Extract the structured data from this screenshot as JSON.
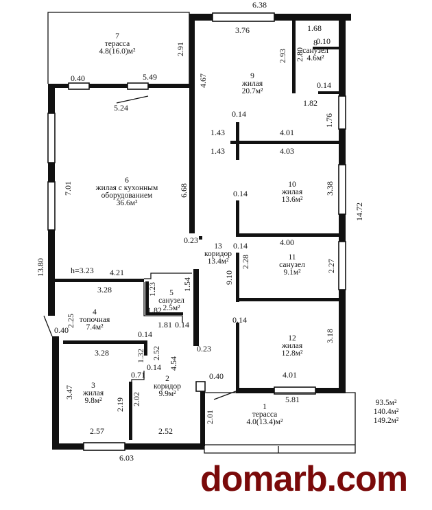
{
  "colors": {
    "lines": "#111111",
    "watermark": "#7a0a0a"
  },
  "dimensions": [
    "6.38",
    "3.76",
    "1.68",
    "0.10",
    "2.93",
    "2.80",
    "2.91",
    "5.49",
    "0.40",
    "5.24",
    "4.67",
    "0.14",
    "1.82",
    "1.76",
    "0.14",
    "1.43",
    "4.01",
    "1.43",
    "4.03",
    "7.01",
    "6.68",
    "3.38",
    "14.72",
    "0.14",
    "0.23",
    "0.14",
    "4.00",
    "2.28",
    "2.27",
    "9.10",
    "13.80",
    "h=3.23",
    "4.21",
    "3.28",
    "1.23",
    "1.54",
    "1.82",
    "1.81",
    "0.14",
    "2.25",
    "0.40",
    "0.14",
    "3.28",
    "1.32",
    "2.52",
    "0.14",
    "0.71",
    "4.54",
    "0.40",
    "3.47",
    "2.19",
    "2.02",
    "2.01",
    "0.14",
    "3.18",
    "4.01",
    "5.81",
    "2.57",
    "2.52",
    "6.03",
    "0.23"
  ],
  "rooms": [
    {
      "num": "7",
      "name": "терасса",
      "area": "4.8(16.0)м²"
    },
    {
      "num": "9",
      "name": "жилая",
      "area": "20.7м²"
    },
    {
      "num": "8",
      "name": "санузел",
      "area": "4.6м²"
    },
    {
      "num": "6",
      "name": "жилая с кухонным",
      "name2": "оборудованием",
      "area": "36.6м²"
    },
    {
      "num": "10",
      "name": "жилая",
      "area": "13.6м²"
    },
    {
      "num": "13",
      "name": "коридор",
      "area": "13.4м²"
    },
    {
      "num": "11",
      "name": "санузел",
      "area": "9.1м²"
    },
    {
      "num": "5",
      "name": "санузел",
      "area": "2.5м²"
    },
    {
      "num": "4",
      "name": "топочная",
      "area": "7.4м²"
    },
    {
      "num": "12",
      "name": "жилая",
      "area": "12.8м²"
    },
    {
      "num": "3",
      "name": "жилая",
      "area": "9.8м²"
    },
    {
      "num": "2",
      "name": "коридор",
      "area": "9.9м²"
    },
    {
      "num": "1",
      "name": "терасса",
      "area": "4.0(13.4)м²"
    }
  ],
  "totals": [
    "93.5м²",
    "140.4м²",
    "149.2м²"
  ],
  "watermark": "domarb.com"
}
